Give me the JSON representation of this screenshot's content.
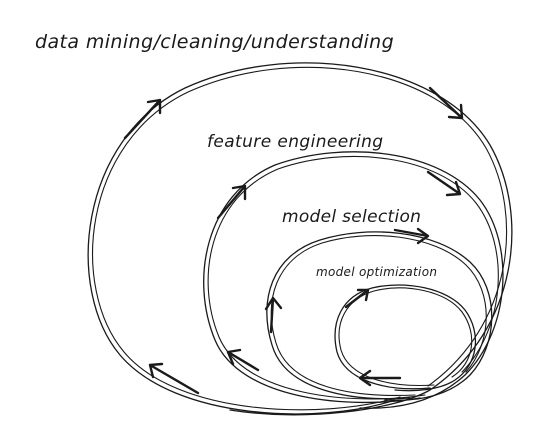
{
  "diagram": {
    "stages": [
      {
        "id": "outer",
        "label": "data mining/cleaning/understanding"
      },
      {
        "id": "feature",
        "label": "feature engineering"
      },
      {
        "id": "model",
        "label": "model selection"
      },
      {
        "id": "opt",
        "label": "model optimization"
      }
    ]
  }
}
